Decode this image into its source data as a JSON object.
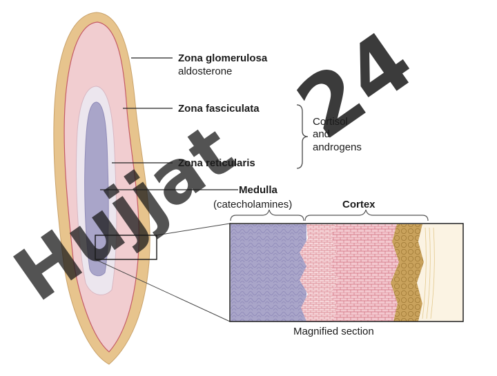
{
  "labels": {
    "glomerulosa_name": "Zona glomerulosa",
    "glomerulosa_hormone": "aldosterone",
    "fasciculata_name": "Zona fasciculata",
    "reticularis_name": "Zona reticularis",
    "cortex_hormones_1": "Cortisol",
    "cortex_hormones_2": "and",
    "cortex_hormones_3": "androgens",
    "medulla_name": "Medulla",
    "medulla_hormone": "(catecholamines)",
    "cortex_name": "Cortex",
    "magnified_caption": "Magnified section"
  },
  "watermark": {
    "text_lilac": "24",
    "text_gray": "Hujjat"
  },
  "colors": {
    "capsule": "#e7c48d",
    "cortex_pink": "#f1cdd0",
    "cortex_outline": "#c45a66",
    "reticularis_light": "#ece6ee",
    "medulla": "#a9a5c9",
    "medulla_cells": "#8d88b8",
    "glomerulosa_cells": "#c9a25c",
    "watermark_lilac": "#c9b8f5",
    "watermark_gray": "#8a8a8a"
  }
}
